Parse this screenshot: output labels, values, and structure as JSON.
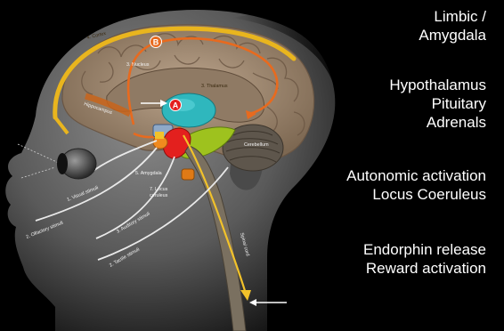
{
  "right_panel": {
    "group1": [
      "Limbic /",
      "Amygdala"
    ],
    "group2": [
      "Hypothalamus",
      "Pituitary",
      "Adrenals"
    ],
    "group3": [
      "Autonomic activation",
      "Locus Coeruleus"
    ],
    "group4": [
      "Endorphin release",
      "Reward activation"
    ]
  },
  "diagram": {
    "markers": {
      "a": "A",
      "b": "B"
    },
    "labels": {
      "cortex": "4. Cortex",
      "nucleus": "3. Nucleus",
      "thalamus": "3. Thalamus",
      "hippocampus": "Hippocampus",
      "amygdala": "5. Amygdala",
      "locus": "7. Locus",
      "ceruleus": "ceruleus",
      "cerebellum": "Cerebellum",
      "visual": "1. Visual stimuli",
      "olfactory": "2. Olfactory stimuli",
      "auditory": "3. Auditory stimuli",
      "tactile": "2. Tactile stimuli",
      "spinal": "Spinal cord"
    },
    "colors": {
      "skin": "#6a6a6a",
      "brain_tissue": "#a58e78",
      "thalamus": "#2fb7bd",
      "amygdala": "#e3201e",
      "cerebellum": "#5e564c",
      "pathway": "#f0a020",
      "loop": "#e86a1e"
    }
  }
}
